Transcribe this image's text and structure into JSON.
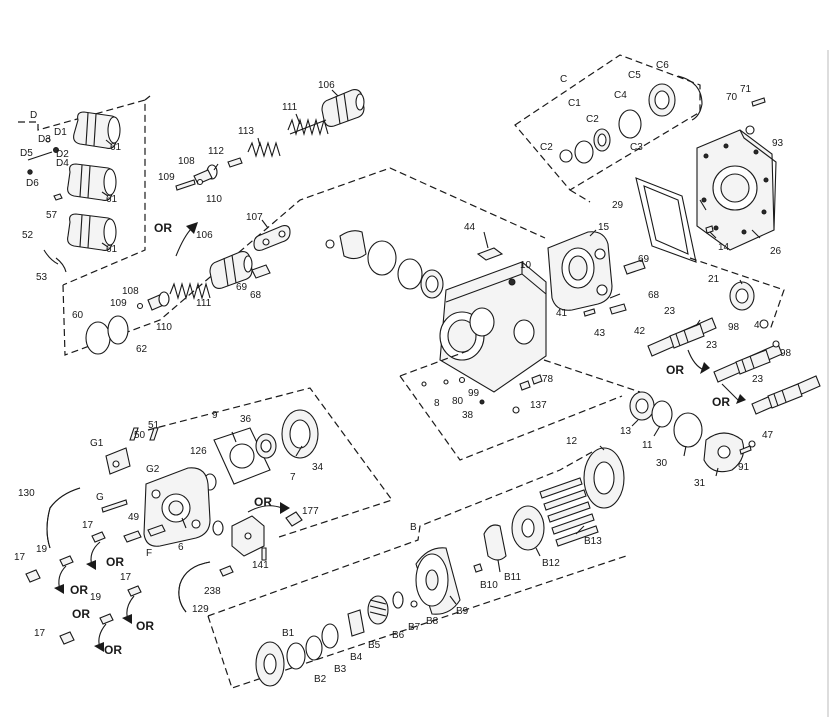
{
  "diagram": {
    "callouts": [
      {
        "id": "D",
        "t": "D"
      },
      {
        "id": "D1",
        "t": "D1"
      },
      {
        "id": "D2",
        "t": "D2"
      },
      {
        "id": "D3",
        "t": "D3"
      },
      {
        "id": "D4",
        "t": "D4"
      },
      {
        "id": "D5",
        "t": "D5"
      },
      {
        "id": "D6",
        "t": "D6"
      },
      {
        "id": "61a",
        "t": "61"
      },
      {
        "id": "61b",
        "t": "61"
      },
      {
        "id": "61c",
        "t": "61"
      },
      {
        "id": "57",
        "t": "57"
      },
      {
        "id": "52",
        "t": "52"
      },
      {
        "id": "53",
        "t": "53"
      },
      {
        "id": "106a",
        "t": "106"
      },
      {
        "id": "111a",
        "t": "111"
      },
      {
        "id": "113",
        "t": "113"
      },
      {
        "id": "112",
        "t": "112"
      },
      {
        "id": "108a",
        "t": "108"
      },
      {
        "id": "109a",
        "t": "109"
      },
      {
        "id": "110a",
        "t": "110"
      },
      {
        "id": "107",
        "t": "107"
      },
      {
        "id": "106b",
        "t": "106"
      },
      {
        "id": "108b",
        "t": "108"
      },
      {
        "id": "109b",
        "t": "109"
      },
      {
        "id": "110b",
        "t": "110"
      },
      {
        "id": "111b",
        "t": "111"
      },
      {
        "id": "69a",
        "t": "69"
      },
      {
        "id": "68a",
        "t": "68"
      },
      {
        "id": "60",
        "t": "60"
      },
      {
        "id": "62",
        "t": "62"
      },
      {
        "id": "C",
        "t": "C"
      },
      {
        "id": "C1",
        "t": "C1"
      },
      {
        "id": "C2a",
        "t": "C2"
      },
      {
        "id": "C2b",
        "t": "C2"
      },
      {
        "id": "C3",
        "t": "C3"
      },
      {
        "id": "C4",
        "t": "C4"
      },
      {
        "id": "C5",
        "t": "C5"
      },
      {
        "id": "C6",
        "t": "C6"
      },
      {
        "id": "71",
        "t": "71"
      },
      {
        "id": "70",
        "t": "70"
      },
      {
        "id": "93",
        "t": "93"
      },
      {
        "id": "29",
        "t": "29"
      },
      {
        "id": "14",
        "t": "14"
      },
      {
        "id": "26",
        "t": "26"
      },
      {
        "id": "44",
        "t": "44"
      },
      {
        "id": "10",
        "t": "10"
      },
      {
        "id": "15",
        "t": "15"
      },
      {
        "id": "69b",
        "t": "69"
      },
      {
        "id": "68b",
        "t": "68"
      },
      {
        "id": "41",
        "t": "41"
      },
      {
        "id": "42",
        "t": "42"
      },
      {
        "id": "43",
        "t": "43"
      },
      {
        "id": "21",
        "t": "21"
      },
      {
        "id": "23a",
        "t": "23"
      },
      {
        "id": "98a",
        "t": "98"
      },
      {
        "id": "4",
        "t": "4"
      },
      {
        "id": "23b",
        "t": "23"
      },
      {
        "id": "98b",
        "t": "98"
      },
      {
        "id": "23c",
        "t": "23"
      },
      {
        "id": "8",
        "t": "8"
      },
      {
        "id": "80",
        "t": "80"
      },
      {
        "id": "99",
        "t": "99"
      },
      {
        "id": "78",
        "t": "78"
      },
      {
        "id": "38",
        "t": "38"
      },
      {
        "id": "137",
        "t": "137"
      },
      {
        "id": "13",
        "t": "13"
      },
      {
        "id": "11",
        "t": "11"
      },
      {
        "id": "30",
        "t": "30"
      },
      {
        "id": "31",
        "t": "31"
      },
      {
        "id": "47",
        "t": "47"
      },
      {
        "id": "91",
        "t": "91"
      },
      {
        "id": "9",
        "t": "9"
      },
      {
        "id": "36",
        "t": "36"
      },
      {
        "id": "7",
        "t": "7"
      },
      {
        "id": "34",
        "t": "34"
      },
      {
        "id": "51",
        "t": "51"
      },
      {
        "id": "50",
        "t": "50"
      },
      {
        "id": "126",
        "t": "126"
      },
      {
        "id": "G1",
        "t": "G1"
      },
      {
        "id": "G2",
        "t": "G2"
      },
      {
        "id": "G",
        "t": "G"
      },
      {
        "id": "49",
        "t": "49"
      },
      {
        "id": "F",
        "t": "F"
      },
      {
        "id": "6",
        "t": "6"
      },
      {
        "id": "177",
        "t": "177"
      },
      {
        "id": "141",
        "t": "141"
      },
      {
        "id": "238",
        "t": "238"
      },
      {
        "id": "130",
        "t": "130"
      },
      {
        "id": "17a",
        "t": "17"
      },
      {
        "id": "19a",
        "t": "19"
      },
      {
        "id": "17b",
        "t": "17"
      },
      {
        "id": "17c",
        "t": "17"
      },
      {
        "id": "19b",
        "t": "19"
      },
      {
        "id": "17d",
        "t": "17"
      },
      {
        "id": "129",
        "t": "129"
      },
      {
        "id": "12",
        "t": "12"
      },
      {
        "id": "B",
        "t": "B"
      },
      {
        "id": "B13",
        "t": "B13"
      },
      {
        "id": "B12",
        "t": "B12"
      },
      {
        "id": "B11",
        "t": "B11"
      },
      {
        "id": "B10",
        "t": "B10"
      },
      {
        "id": "B9",
        "t": "B9"
      },
      {
        "id": "B8",
        "t": "B8"
      },
      {
        "id": "B7",
        "t": "B7"
      },
      {
        "id": "B6",
        "t": "B6"
      },
      {
        "id": "B5",
        "t": "B5"
      },
      {
        "id": "B4",
        "t": "B4"
      },
      {
        "id": "B3",
        "t": "B3"
      },
      {
        "id": "B2",
        "t": "B2"
      },
      {
        "id": "B1",
        "t": "B1"
      }
    ],
    "or_labels": [
      "OR",
      "OR",
      "OR",
      "OR",
      "OR",
      "OR",
      "OR",
      "OR",
      "OR"
    ]
  }
}
